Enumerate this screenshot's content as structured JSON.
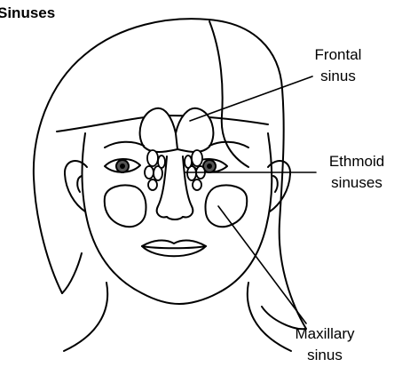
{
  "title": "Sinuses",
  "labels": {
    "frontal": {
      "line1": "Frontal",
      "line2": "sinus"
    },
    "ethmoid": {
      "line1": "Ethmoid",
      "line2": "sinuses"
    },
    "maxillary": {
      "line1": "Maxillary",
      "line2": "sinus"
    }
  },
  "colors": {
    "ink": "#000000",
    "sinus_fill": "#ffffff",
    "eye_iris": "#555555"
  }
}
